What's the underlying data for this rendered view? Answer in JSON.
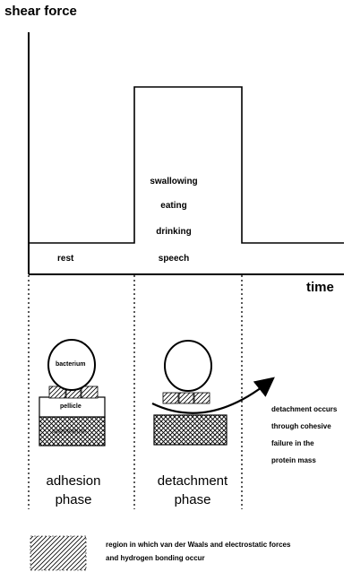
{
  "axes": {
    "y_label": "shear force",
    "x_label": "time"
  },
  "phases": {
    "rest_label": "rest",
    "activities": [
      "swallowing",
      "eating",
      "drinking",
      "speech"
    ],
    "adhesion": [
      "adhesion",
      "phase"
    ],
    "detachment": [
      "detachment",
      "phase"
    ]
  },
  "adhesion_drawing": {
    "bacterium": "bacterium",
    "pellicle": "pellicle",
    "substratum": "substratum"
  },
  "detachment_note": [
    "detachment occurs",
    "through cohesive",
    "failure in the",
    "protein mass"
  ],
  "legend": {
    "line1": "region in which van der Waals and electrostatic forces",
    "line2": "and hydrogen bonding occur"
  }
}
